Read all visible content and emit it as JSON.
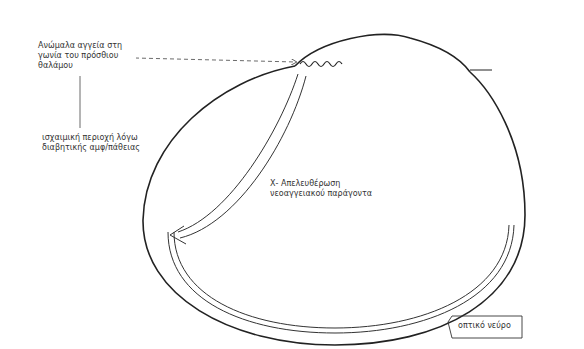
{
  "diagram": {
    "labels": [
      "Ανώμαλα αγγεία στη γωνία του πρόσθιου θαλάμου",
      "ισχαιμική περιοχή λόγω διαβητικής αμφ/πάθειας",
      "Χ- Απελευθέρωση νεοαγγειακού παράγοντα",
      "οπτικό νεύρο"
    ]
  }
}
